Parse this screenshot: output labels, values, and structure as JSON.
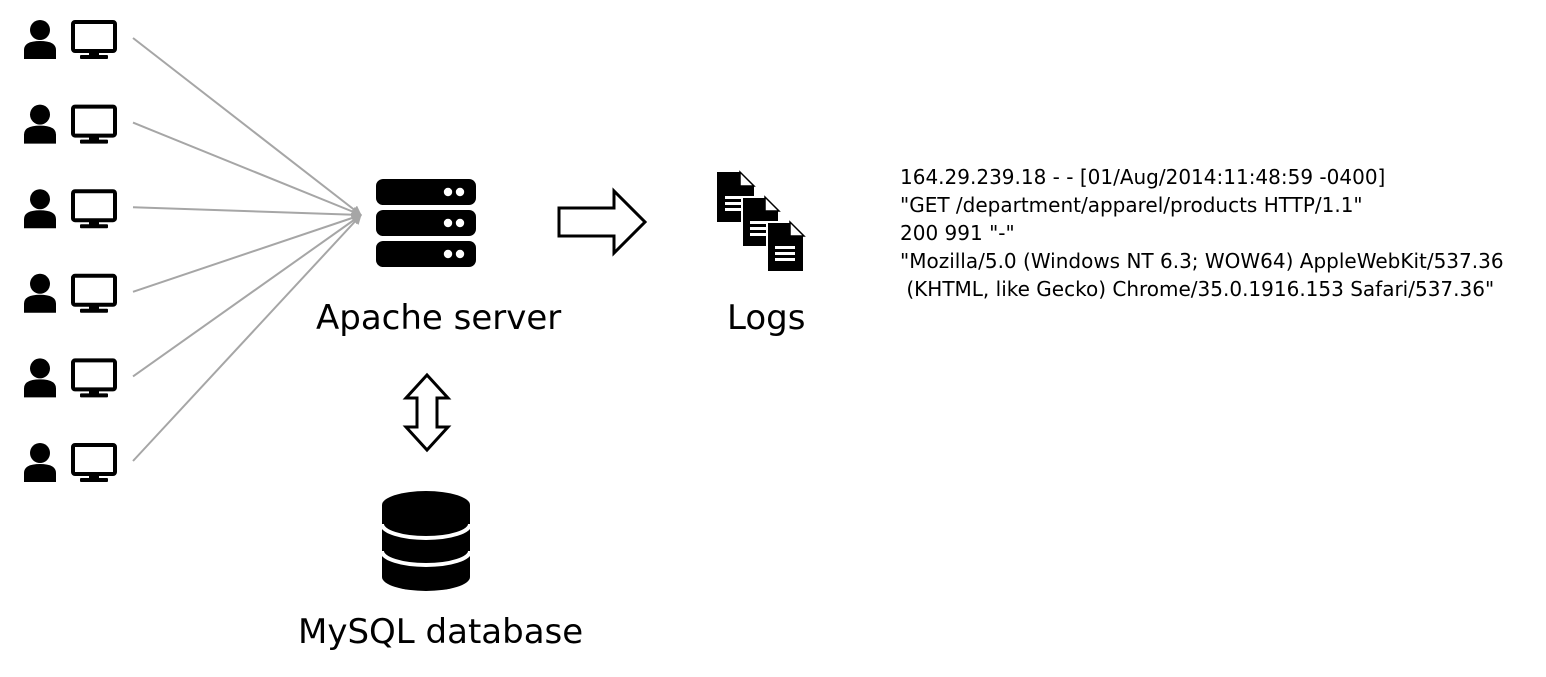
{
  "diagram": {
    "client_count": 6,
    "nodes": {
      "server": {
        "label": "Apache server",
        "icon": "server-icon"
      },
      "logs": {
        "label": "Logs",
        "icon": "log-files-icon"
      },
      "database": {
        "label": "MySQL database",
        "icon": "database-icon"
      },
      "client": {
        "icons": [
          "user-icon",
          "monitor-icon"
        ]
      }
    },
    "edges": [
      {
        "from": "clients",
        "to": "server",
        "style": "thin-gray-arrow"
      },
      {
        "from": "server",
        "to": "logs",
        "style": "block-arrow"
      },
      {
        "from": "server",
        "to": "database",
        "style": "bidirectional-block-arrow"
      }
    ],
    "colors": {
      "icon": "#000000",
      "connector": "#a6a6a6",
      "background": "#ffffff"
    }
  },
  "log_entry": {
    "lines": [
      "164.29.239.18 - - [01/Aug/2014:11:48:59 -0400]",
      "\"GET /department/apparel/products HTTP/1.1\"",
      "200 991 \"-\"",
      "\"Mozilla/5.0 (Windows NT 6.3; WOW64) AppleWebKit/537.36",
      " (KHTML, like Gecko) Chrome/35.0.1916.153 Safari/537.36\""
    ]
  }
}
